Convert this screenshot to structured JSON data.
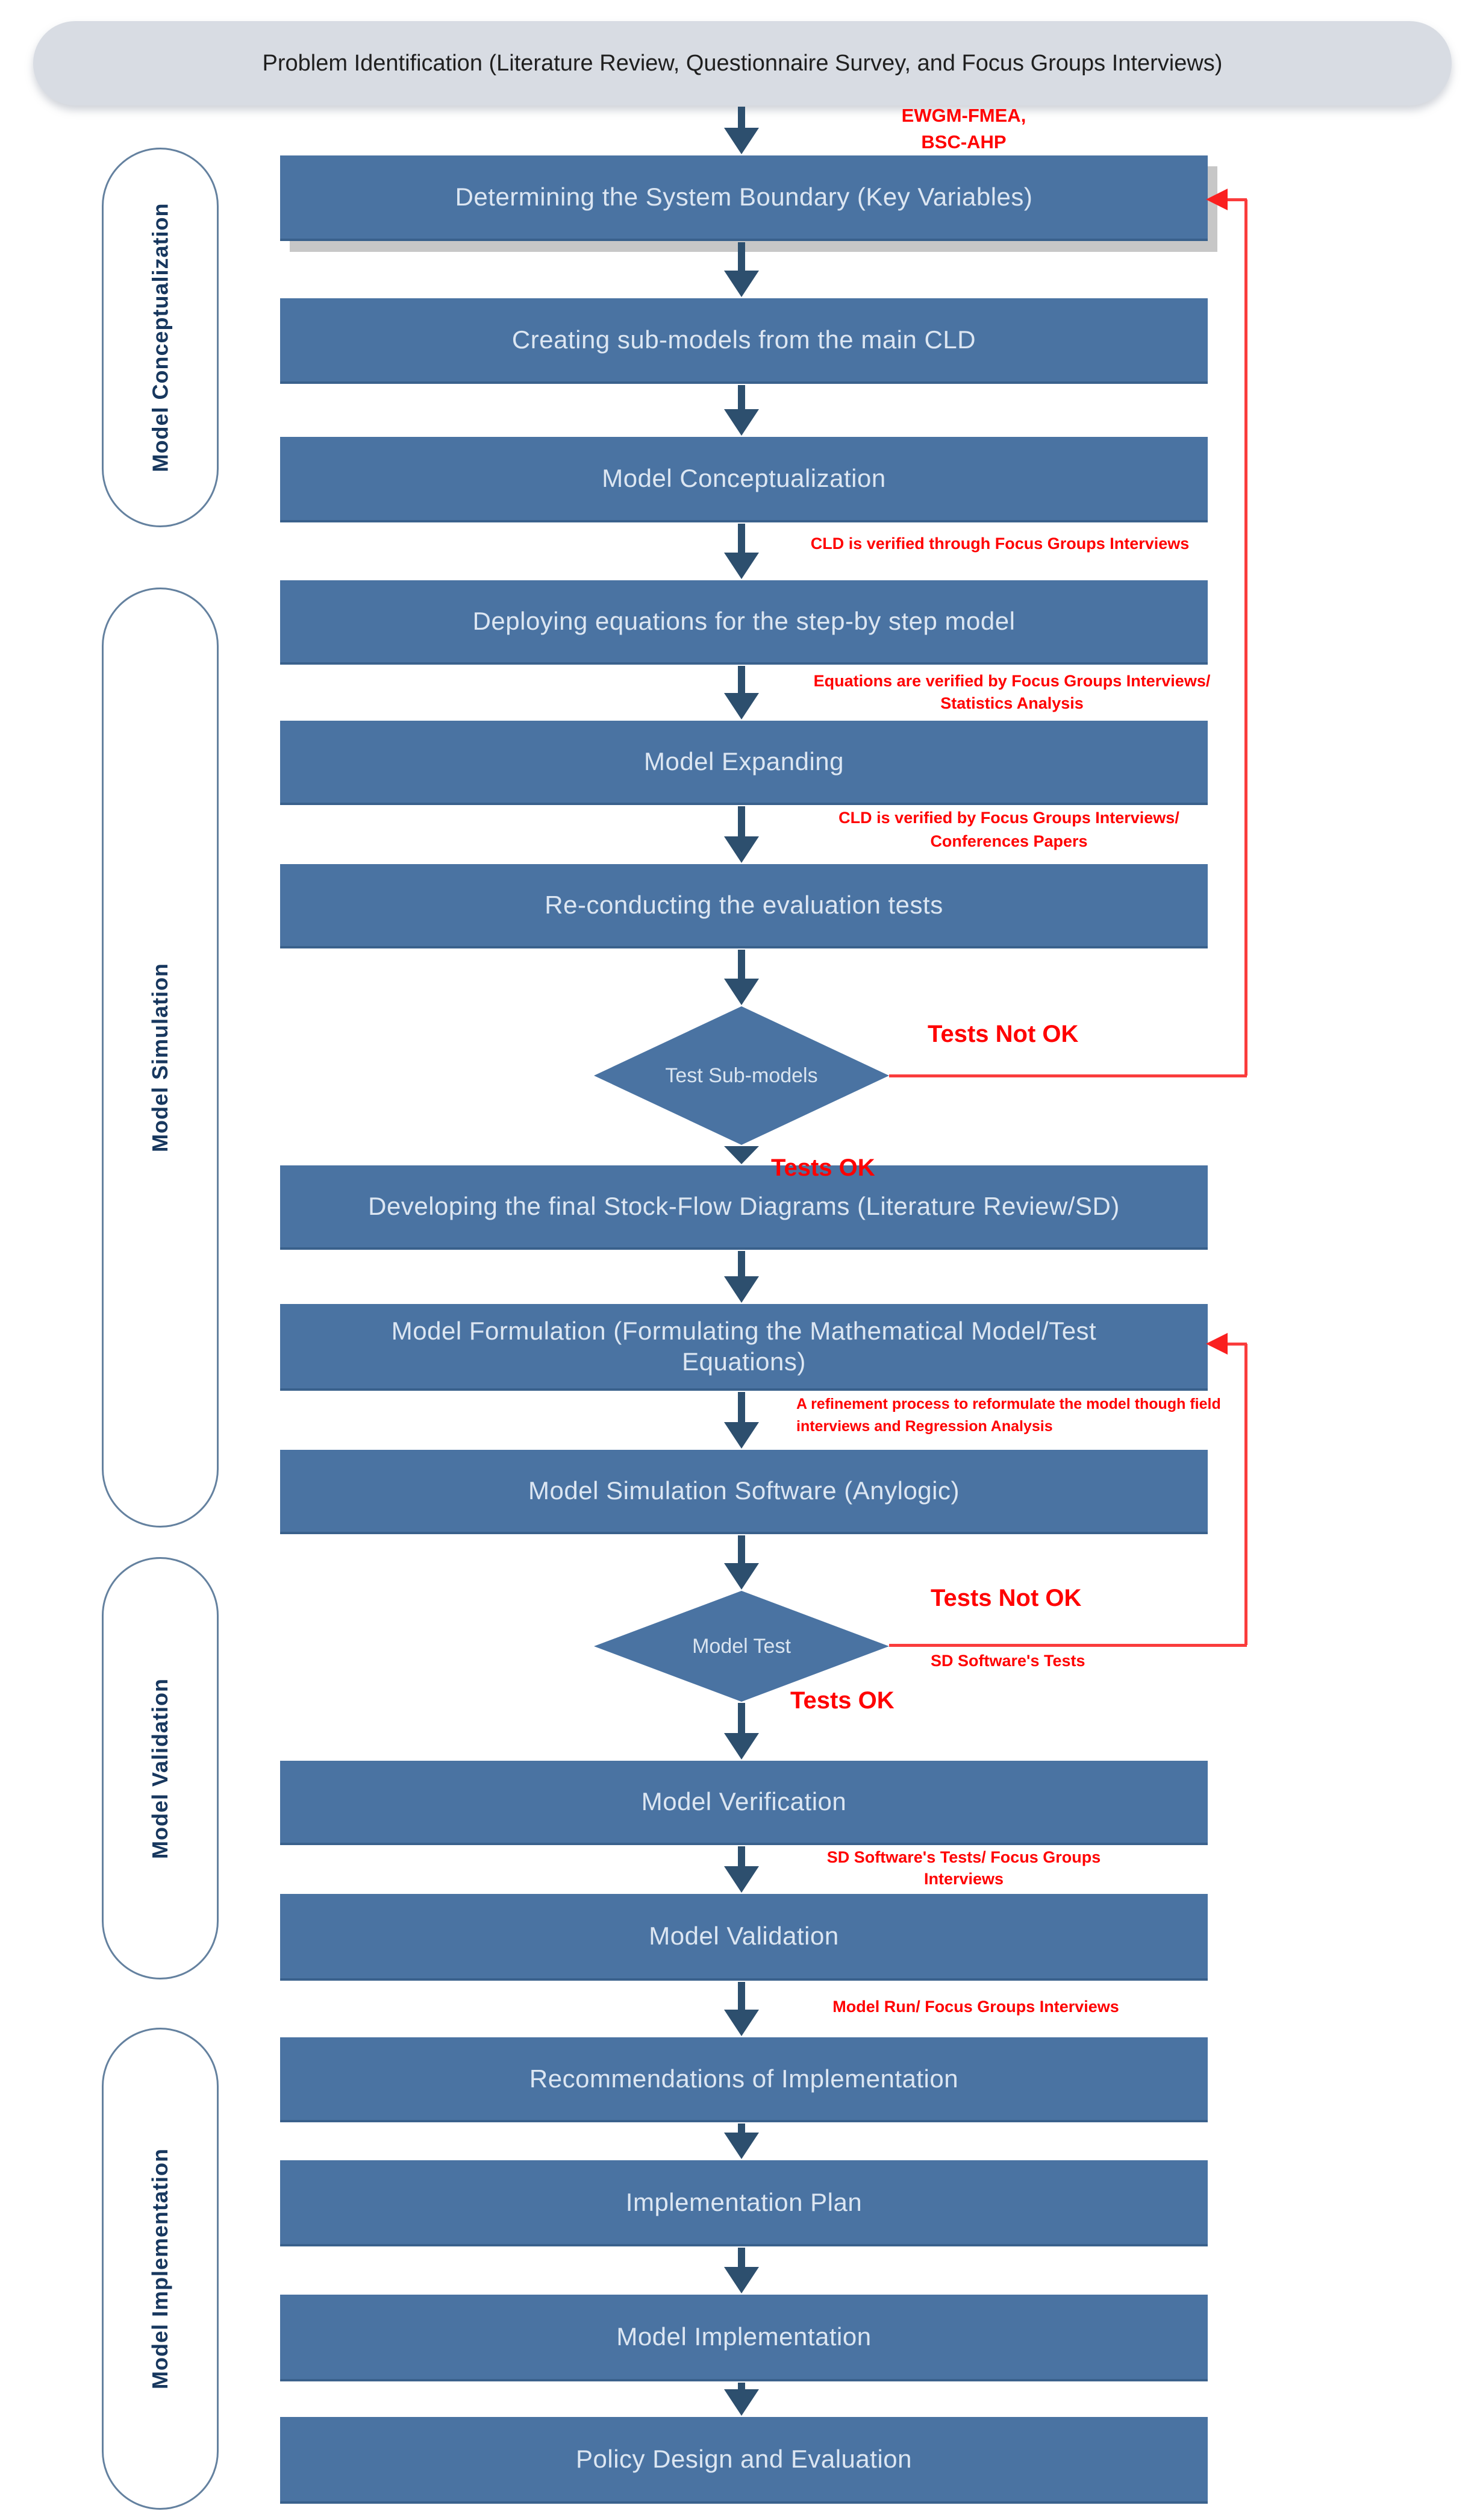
{
  "pill": {
    "label": "Problem Identification (Literature Review, Questionnaire Survey, and Focus Groups Interviews)"
  },
  "phases": [
    {
      "label": "Model Conceptualization"
    },
    {
      "label": "Model Simulation"
    },
    {
      "label": "Model Validation"
    },
    {
      "label": "Model Implementation"
    }
  ],
  "boxes": [
    {
      "label": "Determining the System Boundary (Key Variables)"
    },
    {
      "label": "Creating sub-models from the main CLD"
    },
    {
      "label": "Model Conceptualization"
    },
    {
      "label": "Deploying equations for the step-by step model"
    },
    {
      "label": "Model Expanding"
    },
    {
      "label": "Re-conducting the evaluation tests"
    },
    {
      "label": "Developing the final Stock-Flow Diagrams (Literature Review/SD)"
    },
    {
      "label": "Model Formulation (Formulating the Mathematical Model/Test Equations)"
    },
    {
      "label": "Model Simulation Software (Anylogic)"
    },
    {
      "label": "Model Verification"
    },
    {
      "label": "Model Validation"
    },
    {
      "label": "Recommendations of Implementation"
    },
    {
      "label": "Implementation Plan"
    },
    {
      "label": "Model Implementation"
    },
    {
      "label": "Policy Design and Evaluation"
    }
  ],
  "diamonds": [
    {
      "label": "Test Sub-models"
    },
    {
      "label": "Model Test"
    }
  ],
  "annotations": {
    "method_note": {
      "lines": [
        "EWGM-FMEA,",
        "BSC-AHP"
      ]
    },
    "cld_verified": "CLD is verified through Focus Groups Interviews",
    "equations_verified": {
      "lines": [
        "Equations are verified by Focus Groups Interviews/",
        "Statistics Analysis"
      ]
    },
    "cld_verified2": {
      "lines": [
        "CLD is verified by Focus Groups Interviews/",
        "Conferences Papers"
      ]
    },
    "tests_not_ok_1": "Tests Not OK",
    "tests_ok_1": "Tests OK",
    "refinement": {
      "lines": [
        "A refinement process to reformulate the model though field",
        "interviews and Regression Analysis"
      ]
    },
    "tests_not_ok_2": "Tests Not OK",
    "sd_tests": "SD Software's Tests",
    "tests_ok_2": "Tests OK",
    "verification_note": {
      "lines": [
        "SD Software's Tests/ Focus Groups",
        "Interviews"
      ]
    },
    "validation_note": "Model Run/ Focus Groups Interviews"
  },
  "colors": {
    "box_fill": "#4a73a2",
    "box_text": "#dce6f2",
    "arrow_navy": "#2d4f6e",
    "feedback_red": "#ff0000",
    "pill_bg": "#d8dce3",
    "phase_border": "#64819f",
    "phase_text": "#17375e"
  }
}
